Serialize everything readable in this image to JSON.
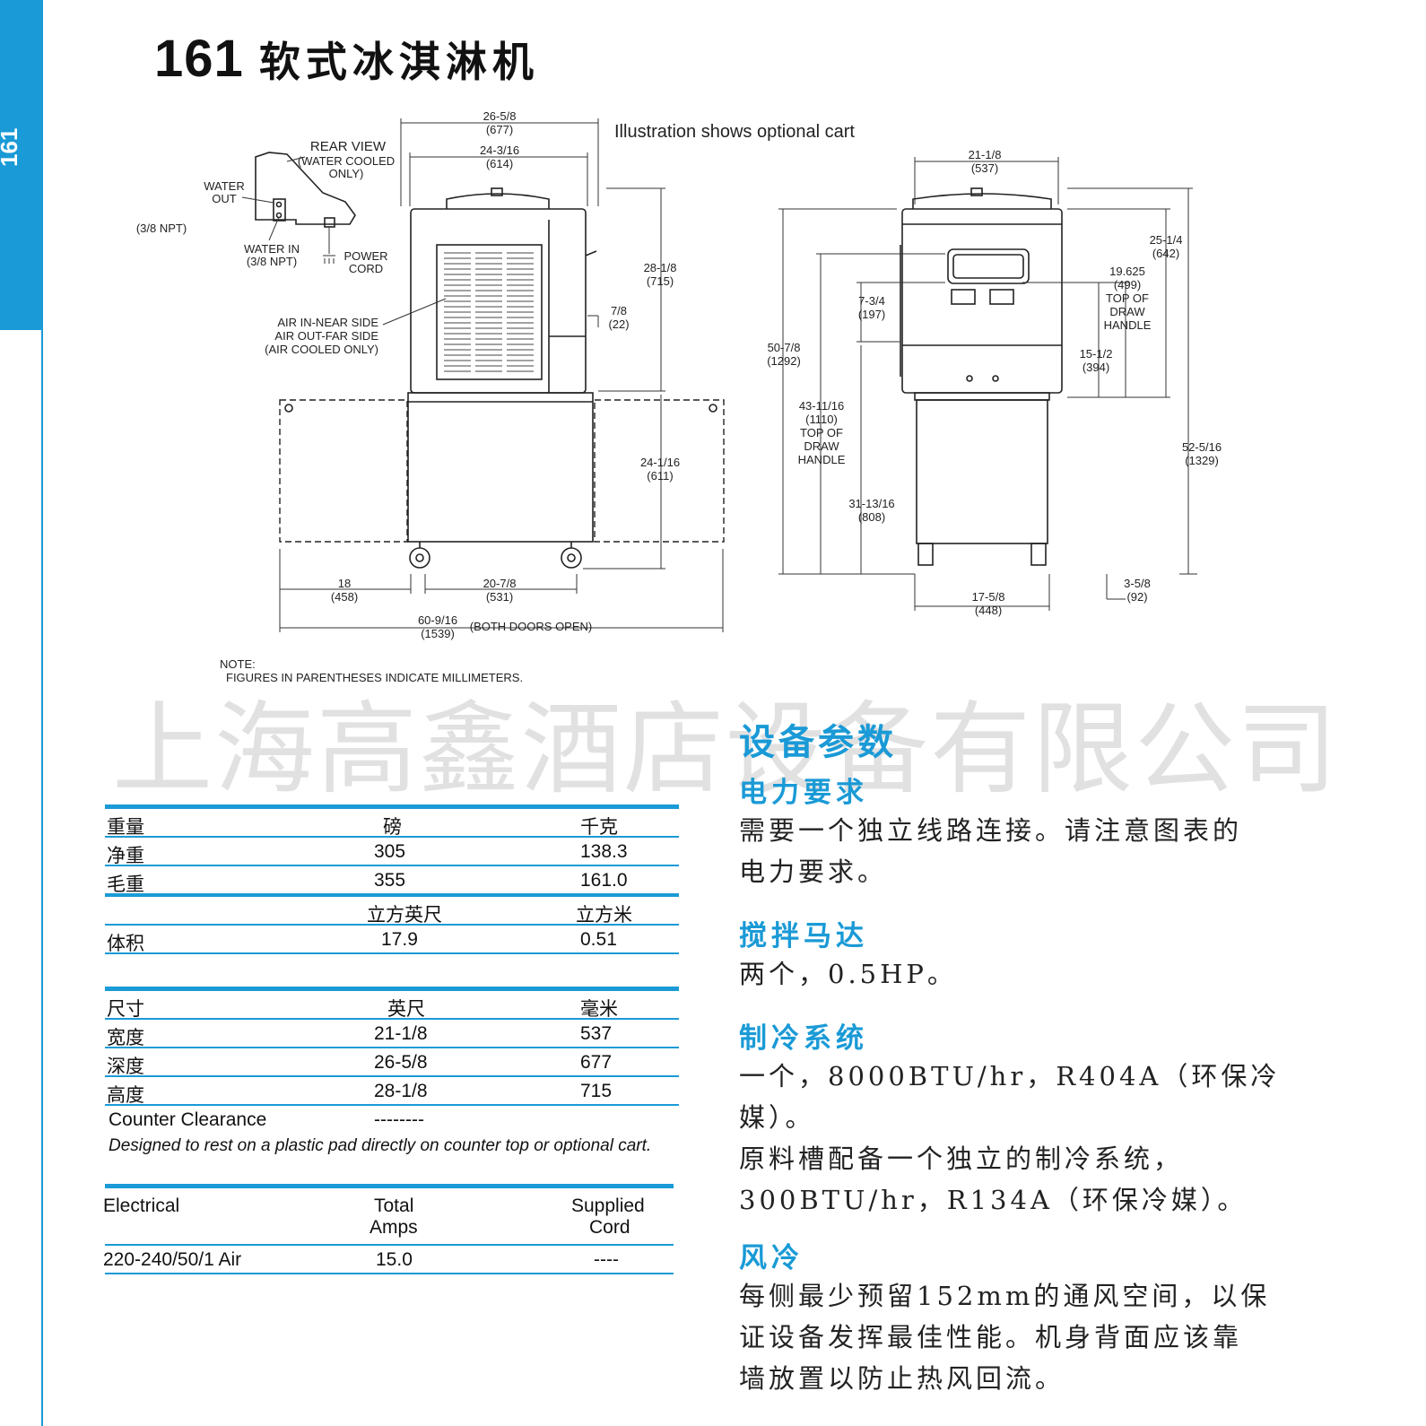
{
  "side_tab": "161",
  "title": {
    "model": "161",
    "name": "软式冰淇淋机"
  },
  "drawing": {
    "caption": "Illustration shows optional cart",
    "rear_view": {
      "title": "REAR VIEW",
      "subtitle1": "(WATER COOLED",
      "subtitle2": "ONLY)"
    },
    "water_out1": "WATER",
    "water_out2": "OUT",
    "npt_left": "(3/8 NPT)",
    "water_in1": "WATER IN",
    "water_in2": "(3/8 NPT)",
    "power1": "POWER",
    "power2": "CORD",
    "air1": "AIR IN-NEAR SIDE",
    "air2": "AIR OUT-FAR SIDE",
    "air3": "(AIR COOLED ONLY)",
    "d_w_outer": "26-5/8",
    "d_w_outer_mm": "(677)",
    "d_w_inner": "24-3/16",
    "d_w_inner_mm": "(614)",
    "d_h_top": "28-1/8",
    "d_h_top_mm": "(715)",
    "d_78": "7/8",
    "d_78_mm": "(22)",
    "d_cart": "24-1/16",
    "d_cart_mm": "(611)",
    "d_18": "18",
    "d_18_mm": "(458)",
    "d_2078": "20-7/8",
    "d_2078_mm": "(531)",
    "d_total": "60-9/16",
    "d_total_mm": "(1539)",
    "both_doors": "(BOTH DOORS OPEN)",
    "note1": "NOTE:",
    "note2": "FIGURES IN PARENTHESES INDICATE MILLIMETERS.",
    "f_w": "21-1/8",
    "f_w_mm": "(537)",
    "f_2514": "25-1/4",
    "f_2514_mm": "(642)",
    "f_19625": "19.625",
    "f_19625_mm": "(499)",
    "f_top1": "TOP OF",
    "f_top2": "DRAW",
    "f_top3": "HANDLE",
    "f_734": "7-3/4",
    "f_734_mm": "(197)",
    "f_5078": "50-7/8",
    "f_5078_mm": "(1292)",
    "f_1512": "15-1/2",
    "f_1512_mm": "(394)",
    "f_4311": "43-11/16",
    "f_4311_mm": "(1110)",
    "f_4311_t1": "TOP OF",
    "f_4311_t2": "DRAW",
    "f_4311_t3": "HANDLE",
    "f_5258": "52-5/16",
    "f_5258_mm": "(1329)",
    "f_3113": "31-13/16",
    "f_3113_mm": "(808)",
    "f_1758": "17-5/8",
    "f_1758_mm": "(448)",
    "f_358": "3-5/8",
    "f_358_mm": "(92)"
  },
  "watermark": "上海高鑫酒店设备有限公司",
  "weight_table": {
    "header": [
      "重量",
      "磅",
      "千克"
    ],
    "rows": [
      [
        "净重",
        "305",
        "138.3"
      ],
      [
        "毛重",
        "355",
        "161.0"
      ]
    ],
    "vol_header": [
      "",
      "立方英尺",
      "立方米"
    ],
    "vol_row": [
      "体积",
      "17.9",
      "0.51"
    ]
  },
  "dim_table": {
    "header": [
      "尺寸",
      "英尺",
      "毫米"
    ],
    "rows": [
      [
        "宽度",
        "21-1/8",
        "537"
      ],
      [
        "深度",
        "26-5/8",
        "677"
      ],
      [
        "高度",
        "28-1/8",
        "715"
      ]
    ],
    "counter": [
      "Counter Clearance",
      "--------",
      ""
    ],
    "note": "Designed to rest on a plastic pad directly on counter top or optional cart."
  },
  "elec_table": {
    "h1": "Electrical",
    "h2a": "Total",
    "h2b": "Amps",
    "h3a": "Supplied",
    "h3b": "Cord",
    "row": [
      "220-240/50/1 Air",
      "15.0",
      "----"
    ]
  },
  "specs": {
    "heading": "设备参数",
    "sections": [
      {
        "title": "电力要求",
        "lines": [
          "需要一个独立线路连接。请注意图表的",
          "电力要求。"
        ]
      },
      {
        "title": "搅拌马达",
        "lines": [
          "两个，0.5HP。"
        ]
      },
      {
        "title": "制冷系统",
        "lines": [
          "一个，8000BTU/hr，R404A（环保冷",
          "媒）。",
          "原料槽配备一个独立的制冷系统，",
          "300BTU/hr，R134A（环保冷媒）。"
        ]
      },
      {
        "title": "风冷",
        "lines": [
          "每侧最少预留152mm的通风空间，以保",
          "证设备发挥最佳性能。机身背面应该靠",
          "墙放置以防止热风回流。"
        ]
      }
    ]
  },
  "colors": {
    "accent": "#1a9ad6"
  }
}
